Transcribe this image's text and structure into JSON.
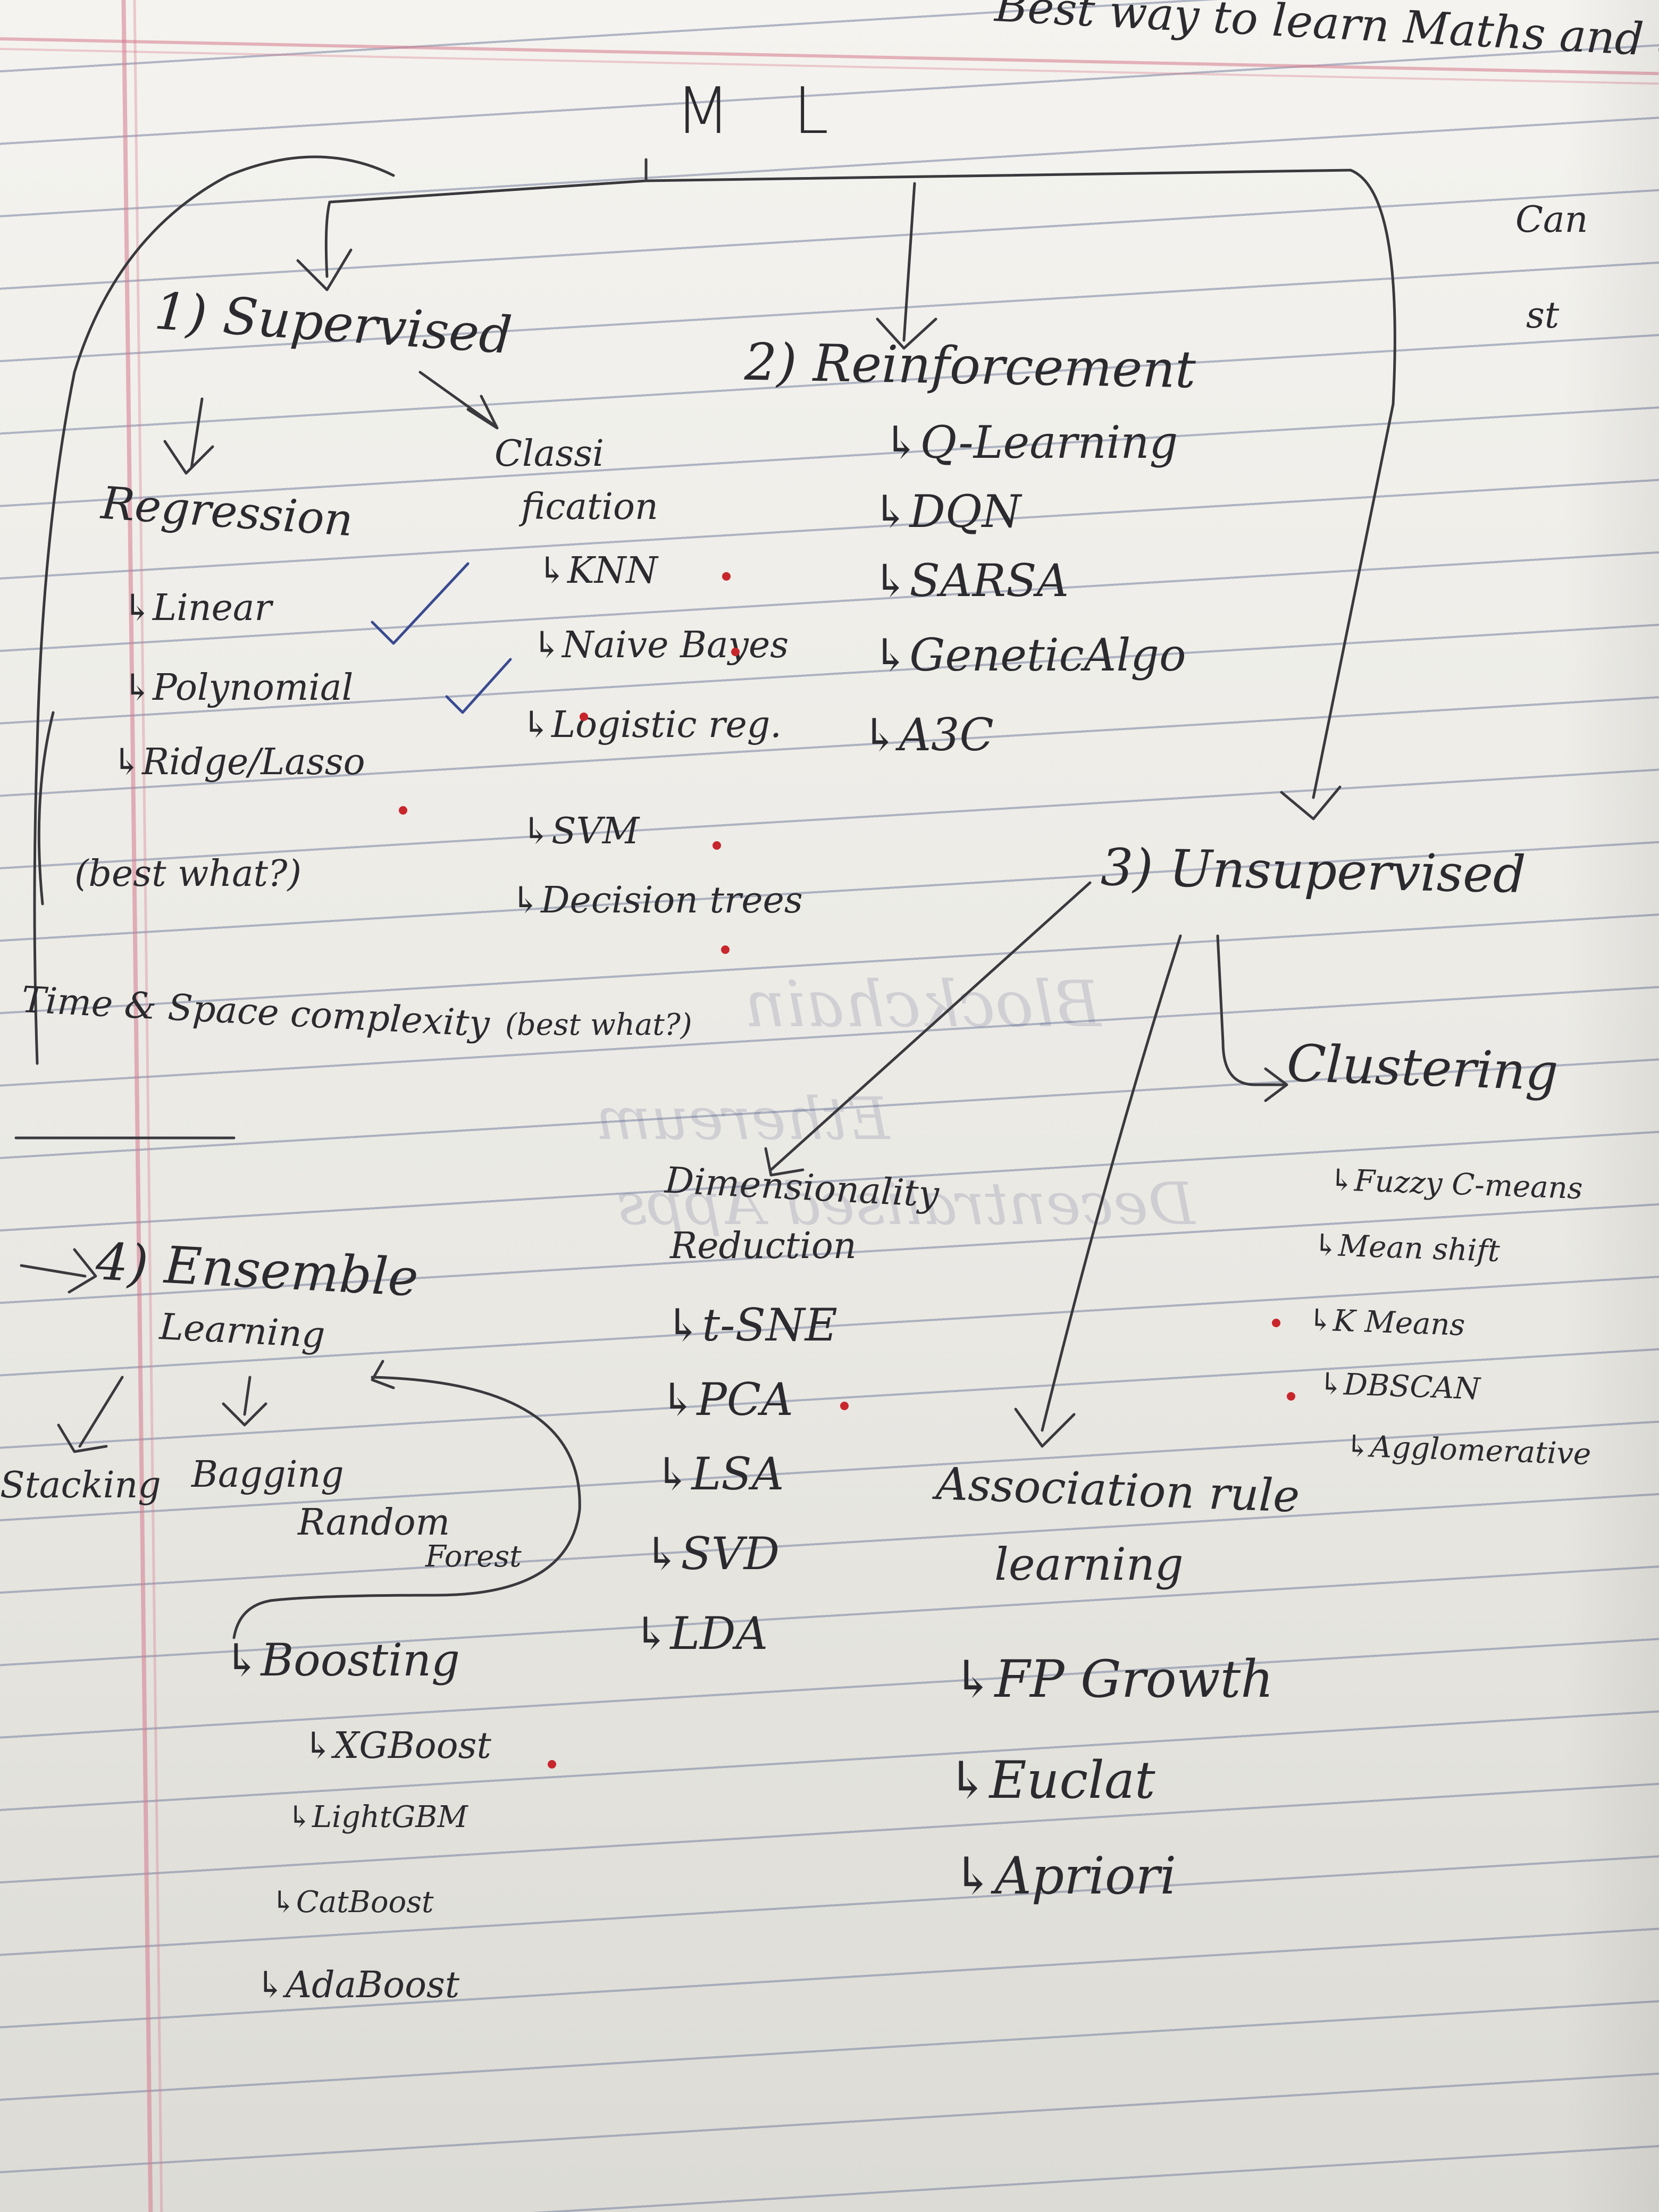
{
  "root": "M L",
  "top_note": "Best way to learn Maths and algo ML",
  "right_edge_fragments": [
    "Can",
    "st"
  ],
  "branches": {
    "supervised": {
      "title": "1) Supervised",
      "regression": {
        "title": "Regression",
        "items": [
          "Linear",
          "Polynomial",
          "Ridge/Lasso"
        ],
        "note": "(best what?)"
      },
      "classification": {
        "title_line1": "Classi",
        "title_line2": "fication",
        "items": [
          "KNN",
          "Naive Bayes",
          "Logistic reg.",
          "SVM",
          "Decision trees"
        ],
        "note": "(best what?)"
      },
      "complexity_note": "Time & Space complexity"
    },
    "reinforcement": {
      "title": "2) Reinforcement",
      "items": [
        "Q-Learning",
        "DQN",
        "SARSA",
        "GeneticAlgo",
        "A3C"
      ]
    },
    "unsupervised": {
      "title": "3) Unsupervised",
      "clustering": {
        "title": "Clustering",
        "items": [
          "Fuzzy C-means",
          "Mean shift",
          "K Means",
          "DBSCAN",
          "Agglomerative"
        ]
      },
      "dimensionality_reduction": {
        "title_line1": "Dimensionality",
        "title_line2": "Reduction",
        "items": [
          "t-SNE",
          "PCA",
          "LSA",
          "SVD",
          "LDA"
        ]
      },
      "association_rule_learning": {
        "title_line1": "Association rule",
        "title_line2": "learning",
        "items": [
          "FP Growth",
          "Euclat",
          "Apriori"
        ]
      }
    },
    "ensemble": {
      "title_line1": "4) Ensemble",
      "title_line2": "Learning",
      "stacking": "Stacking",
      "bagging": "Bagging",
      "random_forest_line1": "Random",
      "random_forest_line2": "Forest",
      "boosting": {
        "title": "Boosting",
        "items": [
          "XGBoost",
          "LightGBM",
          "CatBoost",
          "AdaBoost"
        ]
      }
    }
  },
  "colors": {
    "ink": "#2b2a2e",
    "marker": "#c8262c",
    "tick_ink": "#3a4a90",
    "ruling": "#7882a0",
    "margin": "#d6788c"
  }
}
